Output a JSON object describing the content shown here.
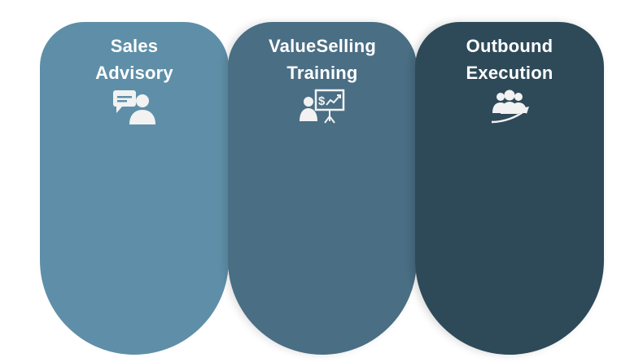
{
  "pillars": [
    {
      "line1": "Sales",
      "line2": "Advisory",
      "color": "#5f8fa8",
      "icon": "advisor-chat-icon"
    },
    {
      "line1": "ValueSelling",
      "line2": "Training",
      "color": "#4a6e84",
      "icon": "presentation-board-icon"
    },
    {
      "line1": "Outbound",
      "line2": "Execution",
      "color": "#2e4a59",
      "icon": "team-growth-icon"
    }
  ],
  "colors": {
    "icon": "#f2f2f2",
    "text": "#ffffff",
    "background": "#ffffff"
  }
}
